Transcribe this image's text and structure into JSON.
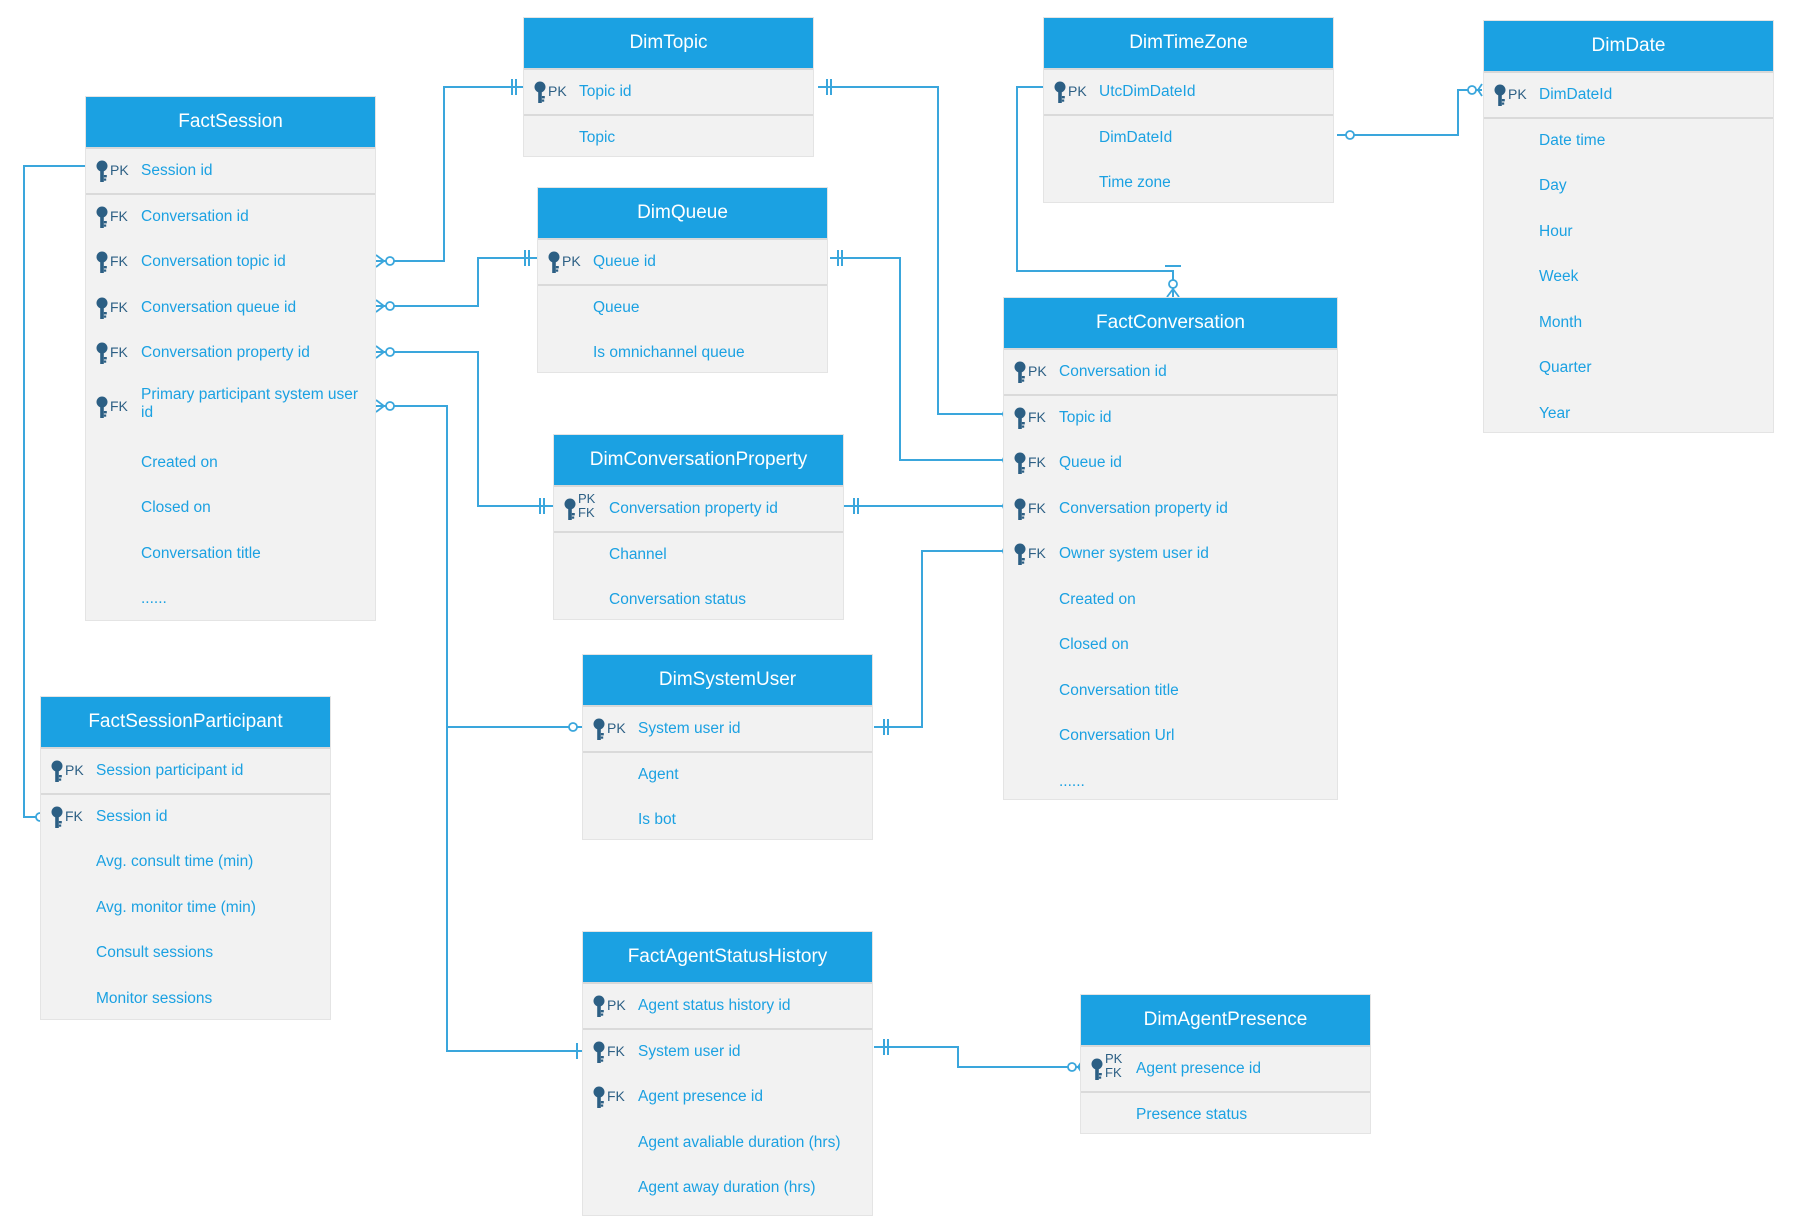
{
  "entities": {
    "FactSession": {
      "title": "FactSession",
      "rows": [
        {
          "key": "PK",
          "label": "Session id"
        },
        {
          "key": "FK",
          "label": "Conversation id"
        },
        {
          "key": "FK",
          "label": "Conversation topic id"
        },
        {
          "key": "FK",
          "label": "Conversation queue id"
        },
        {
          "key": "FK",
          "label": "Conversation property id"
        },
        {
          "key": "FK",
          "label": "Primary participant system user id"
        },
        {
          "key": "",
          "label": "Created on"
        },
        {
          "key": "",
          "label": "Closed on"
        },
        {
          "key": "",
          "label": "Conversation title"
        },
        {
          "key": "",
          "label": "......"
        }
      ]
    },
    "FactSessionParticipant": {
      "title": "FactSessionParticipant",
      "rows": [
        {
          "key": "PK",
          "label": "Session participant id"
        },
        {
          "key": "FK",
          "label": "Session id"
        },
        {
          "key": "",
          "label": "Avg. consult time (min)"
        },
        {
          "key": "",
          "label": "Avg. monitor time (min)"
        },
        {
          "key": "",
          "label": "Consult sessions"
        },
        {
          "key": "",
          "label": "Monitor sessions"
        }
      ]
    },
    "DimTopic": {
      "title": "DimTopic",
      "rows": [
        {
          "key": "PK",
          "label": "Topic id"
        },
        {
          "key": "",
          "label": "Topic"
        }
      ]
    },
    "DimQueue": {
      "title": "DimQueue",
      "rows": [
        {
          "key": "PK",
          "label": "Queue id"
        },
        {
          "key": "",
          "label": "Queue"
        },
        {
          "key": "",
          "label": "Is omnichannel queue"
        }
      ]
    },
    "DimConversationProperty": {
      "title": "DimConversationProperty",
      "rows": [
        {
          "key": "PK FK",
          "label": "Conversation property id"
        },
        {
          "key": "",
          "label": "Channel"
        },
        {
          "key": "",
          "label": "Conversation status"
        }
      ]
    },
    "DimSystemUser": {
      "title": "DimSystemUser",
      "rows": [
        {
          "key": "PK",
          "label": "System user id"
        },
        {
          "key": "",
          "label": "Agent"
        },
        {
          "key": "",
          "label": "Is bot"
        }
      ]
    },
    "FactAgentStatusHistory": {
      "title": "FactAgentStatusHistory",
      "rows": [
        {
          "key": "PK",
          "label": "Agent status history id"
        },
        {
          "key": "FK",
          "label": "System user id"
        },
        {
          "key": "FK",
          "label": "Agent presence id"
        },
        {
          "key": "",
          "label": "Agent avaliable duration (hrs)"
        },
        {
          "key": "",
          "label": "Agent away duration (hrs)"
        }
      ]
    },
    "DimAgentPresence": {
      "title": "DimAgentPresence",
      "rows": [
        {
          "key": "PK FK",
          "label": "Agent presence id"
        },
        {
          "key": "",
          "label": "Presence status"
        }
      ]
    },
    "DimTimeZone": {
      "title": "DimTimeZone",
      "rows": [
        {
          "key": "PK",
          "label": "UtcDimDateId"
        },
        {
          "key": "",
          "label": "DimDateId"
        },
        {
          "key": "",
          "label": "Time zone"
        }
      ]
    },
    "DimDate": {
      "title": "DimDate",
      "rows": [
        {
          "key": "PK",
          "label": "DimDateId"
        },
        {
          "key": "",
          "label": "Date time"
        },
        {
          "key": "",
          "label": "Day"
        },
        {
          "key": "",
          "label": "Hour"
        },
        {
          "key": "",
          "label": "Week"
        },
        {
          "key": "",
          "label": "Month"
        },
        {
          "key": "",
          "label": "Quarter"
        },
        {
          "key": "",
          "label": "Year"
        }
      ]
    },
    "FactConversation": {
      "title": "FactConversation",
      "rows": [
        {
          "key": "PK",
          "label": "Conversation id"
        },
        {
          "key": "FK",
          "label": "Topic id"
        },
        {
          "key": "FK",
          "label": "Queue id"
        },
        {
          "key": "FK",
          "label": "Conversation property id"
        },
        {
          "key": "FK",
          "label": "Owner system user id"
        },
        {
          "key": "",
          "label": "Created on"
        },
        {
          "key": "",
          "label": "Closed on"
        },
        {
          "key": "",
          "label": "Conversation title"
        },
        {
          "key": "",
          "label": "Conversation Url"
        },
        {
          "key": "",
          "label": "......"
        }
      ]
    }
  },
  "colors": {
    "header": "#1ba1e2",
    "text": "#1ba1e2",
    "line": "#3aa6dc",
    "key": "#2c5f84"
  },
  "key_icon": "key-icon"
}
